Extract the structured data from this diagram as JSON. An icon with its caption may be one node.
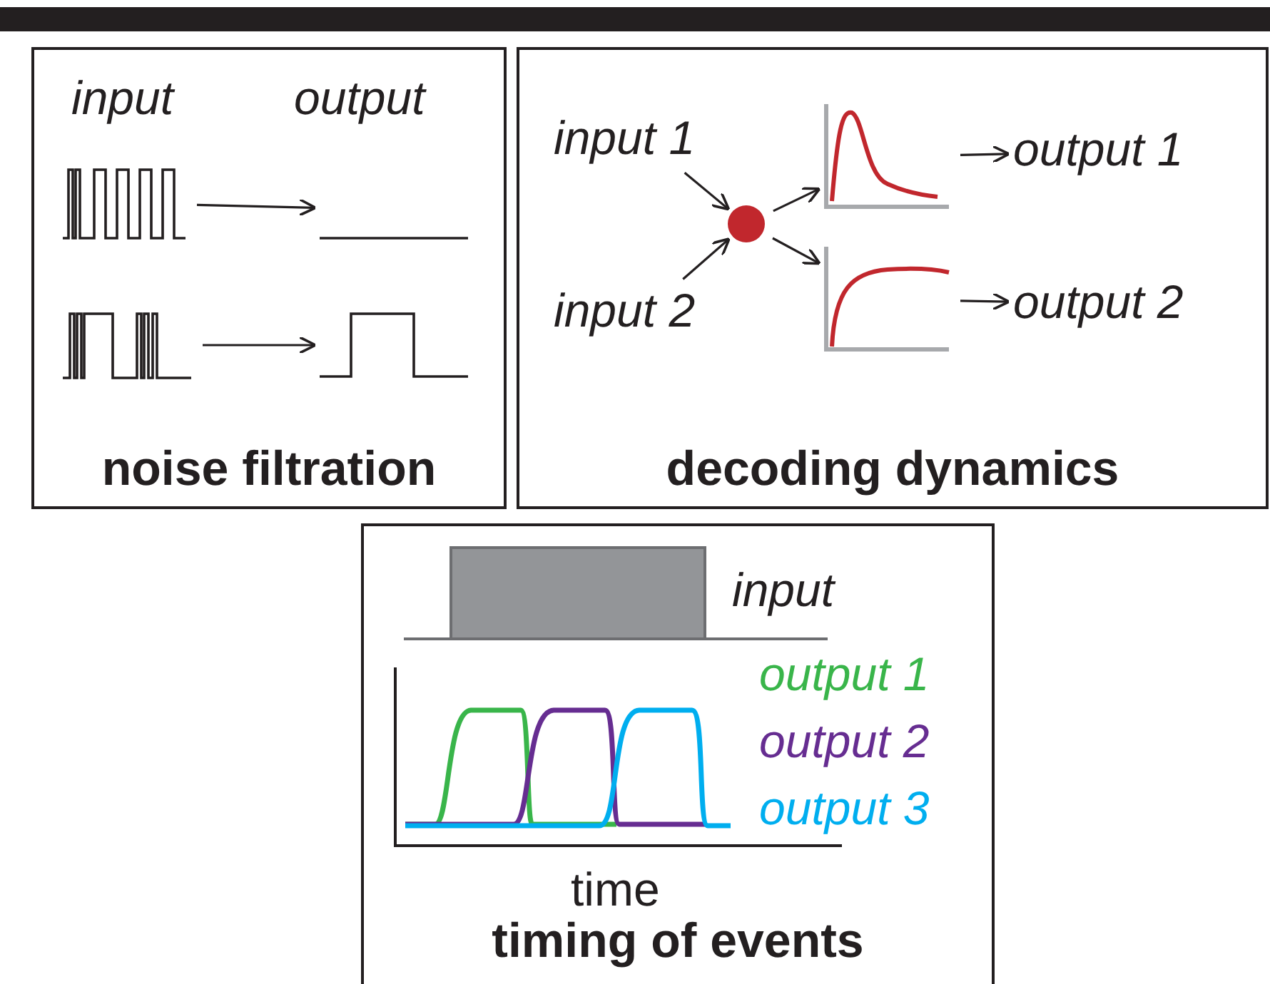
{
  "diagram": {
    "nodes": [
      {
        "text": [
          "noise filtration"
        ]
      },
      {
        "text": [],
        "shape": "waveform",
        "in": 0
      },
      {
        "text": [],
        "shape": "waveform",
        "in": 0
      },
      {
        "text": [],
        "shape": "waveform",
        "in": 0
      },
      {
        "text": [],
        "shape": "waveform",
        "in": 0
      },
      {
        "text": [
          "decoding dynamics"
        ]
      },
      {
        "text": [
          "input 1"
        ],
        "in": 5
      },
      {
        "text": [
          "input 2"
        ],
        "in": 5
      },
      {
        "text": [],
        "shape": "circle",
        "in": 5
      },
      {
        "text": [],
        "shape": "plot",
        "in": 5
      },
      {
        "text": [],
        "shape": "plot",
        "in": 5
      },
      {
        "text": [
          "output 1"
        ],
        "in": 5
      },
      {
        "text": [
          "output 2"
        ],
        "in": 5
      },
      {
        "text": [
          "timing of events"
        ]
      }
    ],
    "edges": [
      {
        "from": 1,
        "to": 2,
        "arrow": "to"
      },
      {
        "from": 3,
        "to": 4,
        "arrow": "to"
      },
      {
        "from": 6,
        "to": 8,
        "arrow": "to"
      },
      {
        "from": 7,
        "to": 8,
        "arrow": "to"
      },
      {
        "from": 8,
        "to": 9,
        "arrow": "to"
      },
      {
        "from": 8,
        "to": 10,
        "arrow": "to"
      },
      {
        "from": 9,
        "to": 11,
        "arrow": "to"
      },
      {
        "from": 10,
        "to": 12,
        "arrow": "to"
      }
    ],
    "labels": [
      "input",
      "output",
      "input",
      "output 1",
      "output 2",
      "output 3",
      "time"
    ]
  }
}
